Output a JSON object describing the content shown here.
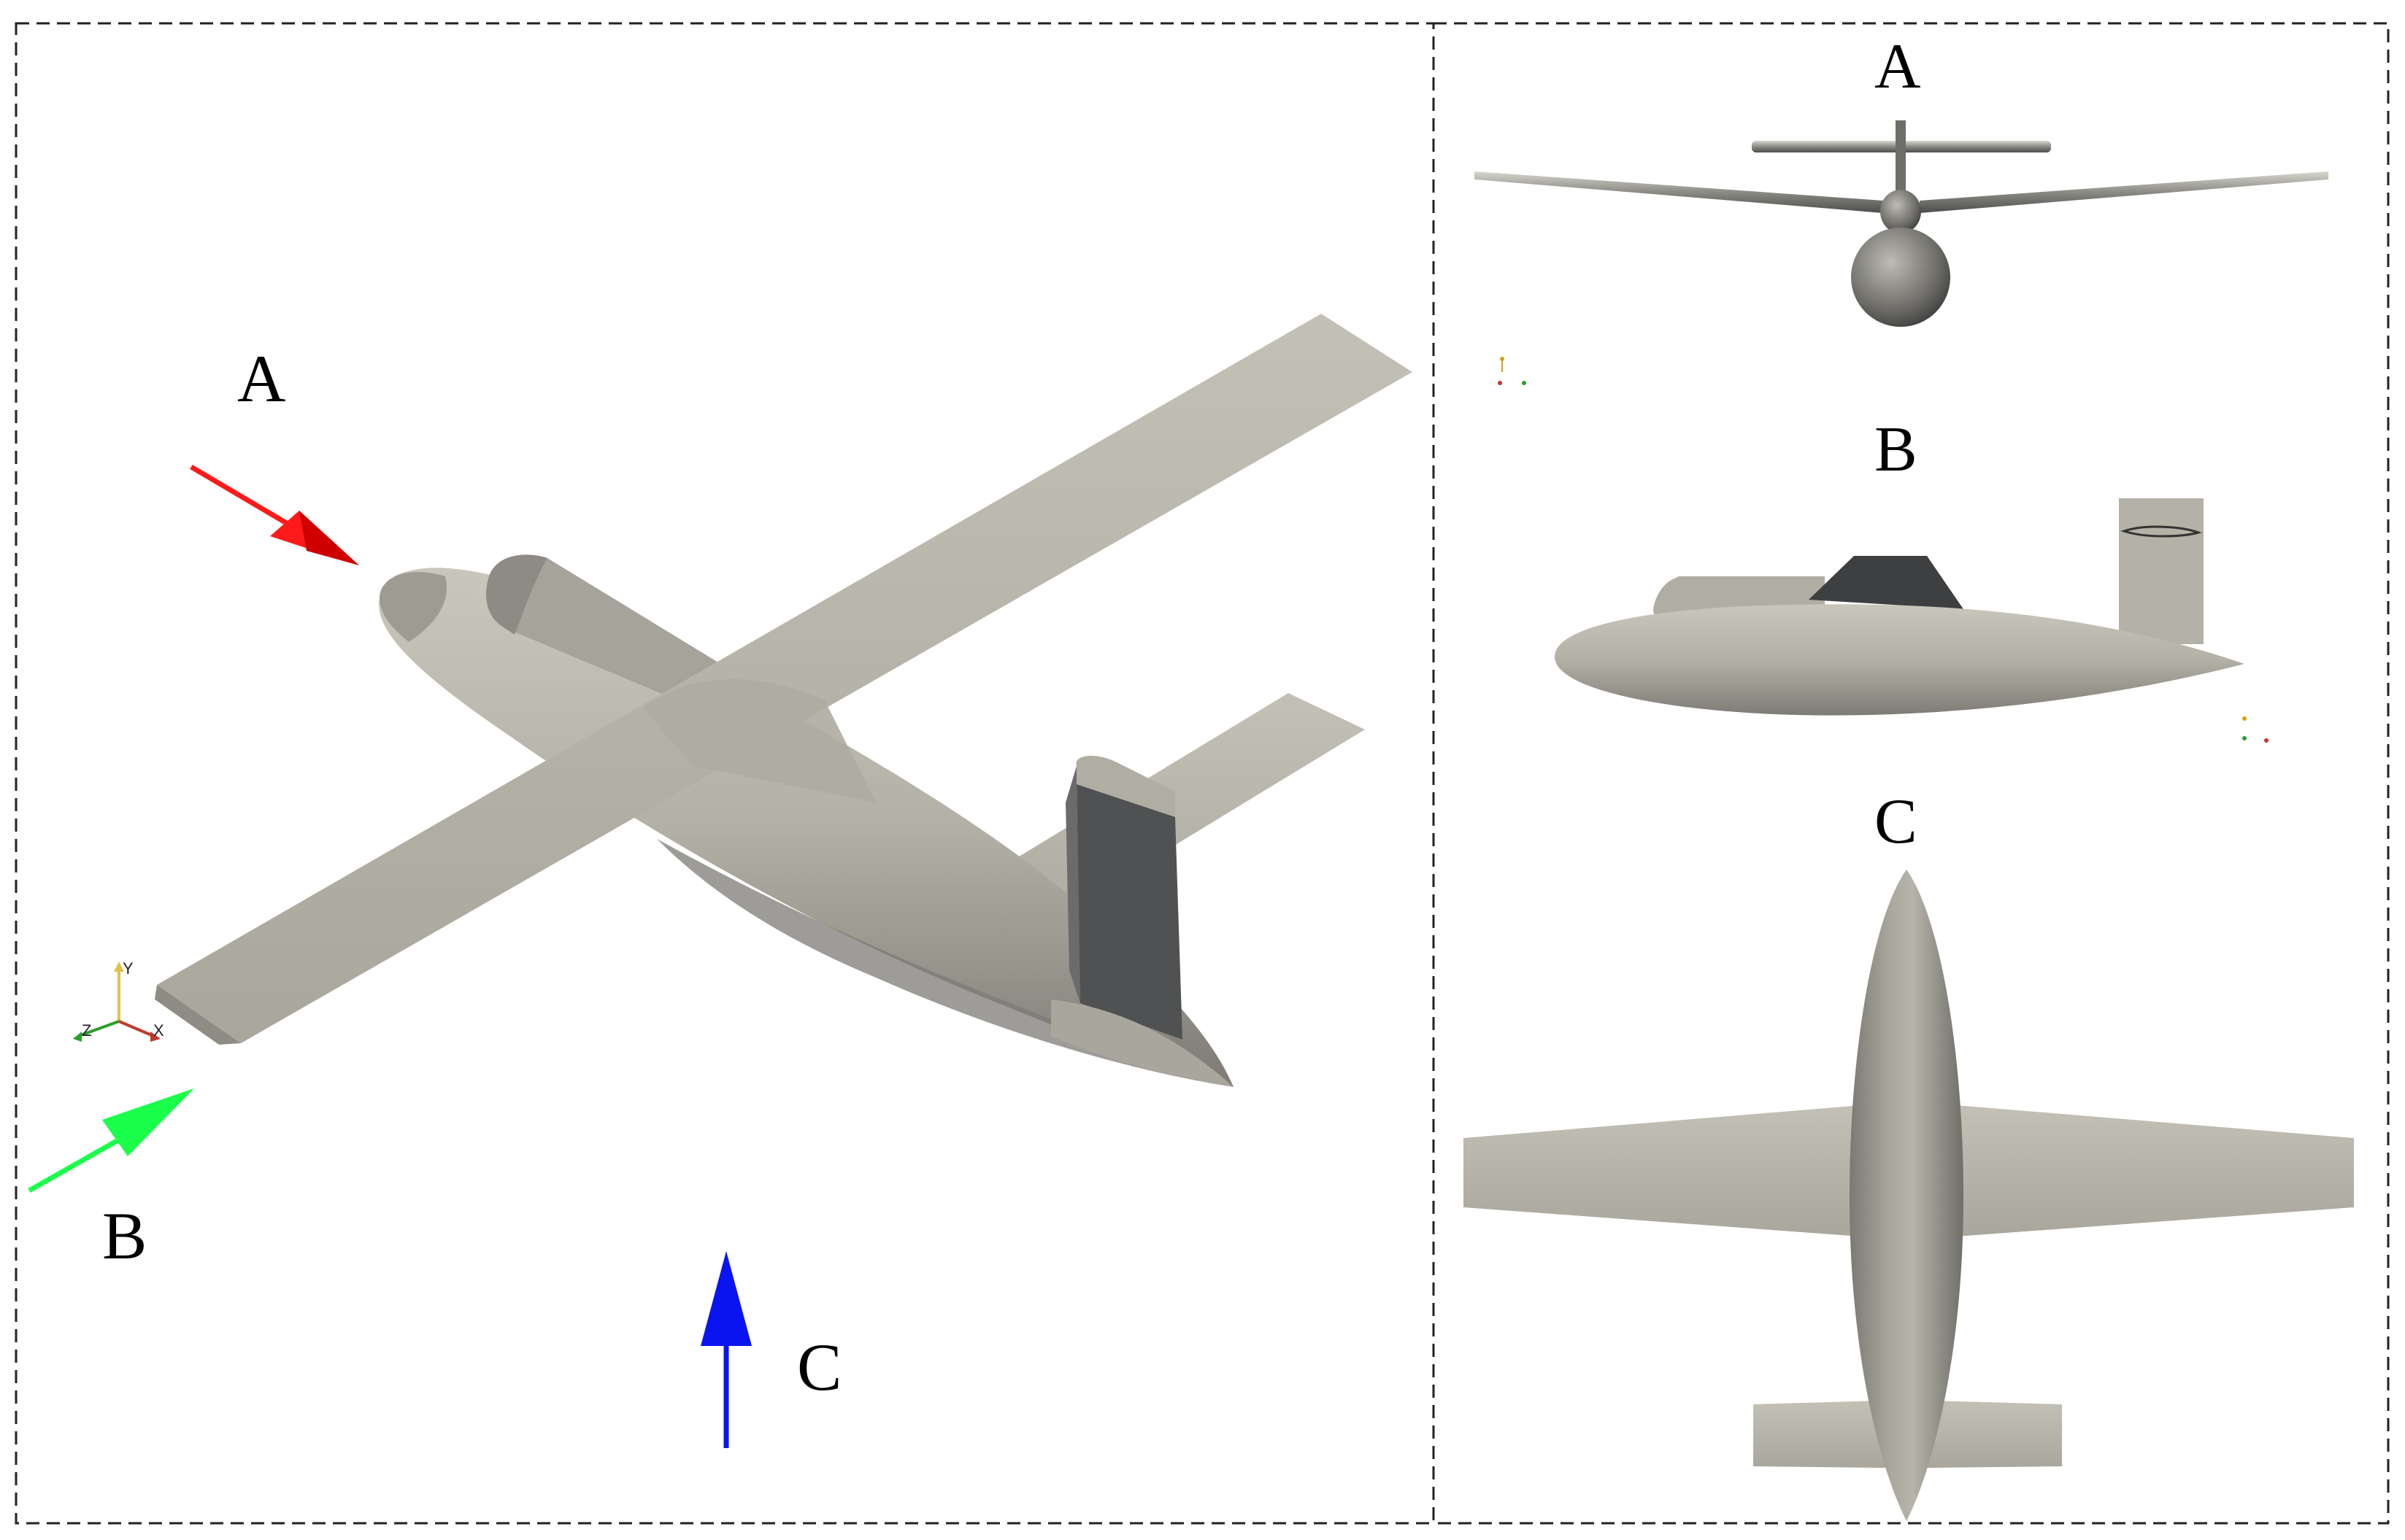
{
  "iso_view": {
    "labels": {
      "a": "A",
      "b": "B",
      "c": "C"
    },
    "arrow_colors": {
      "a": "#ff1a1a",
      "b": "#19ff4a",
      "c": "#0a14f0"
    },
    "axes": {
      "y": "Y",
      "z": "Z",
      "x": "X"
    }
  },
  "orthographic_views": {
    "front": {
      "label": "A"
    },
    "side": {
      "label": "B"
    },
    "top": {
      "label": "C"
    }
  },
  "colors": {
    "surface": "#b9b7ab",
    "surface_shade": "#8e8c84",
    "dark_face": "#4a4b4d",
    "frame_dash": "#222222"
  }
}
